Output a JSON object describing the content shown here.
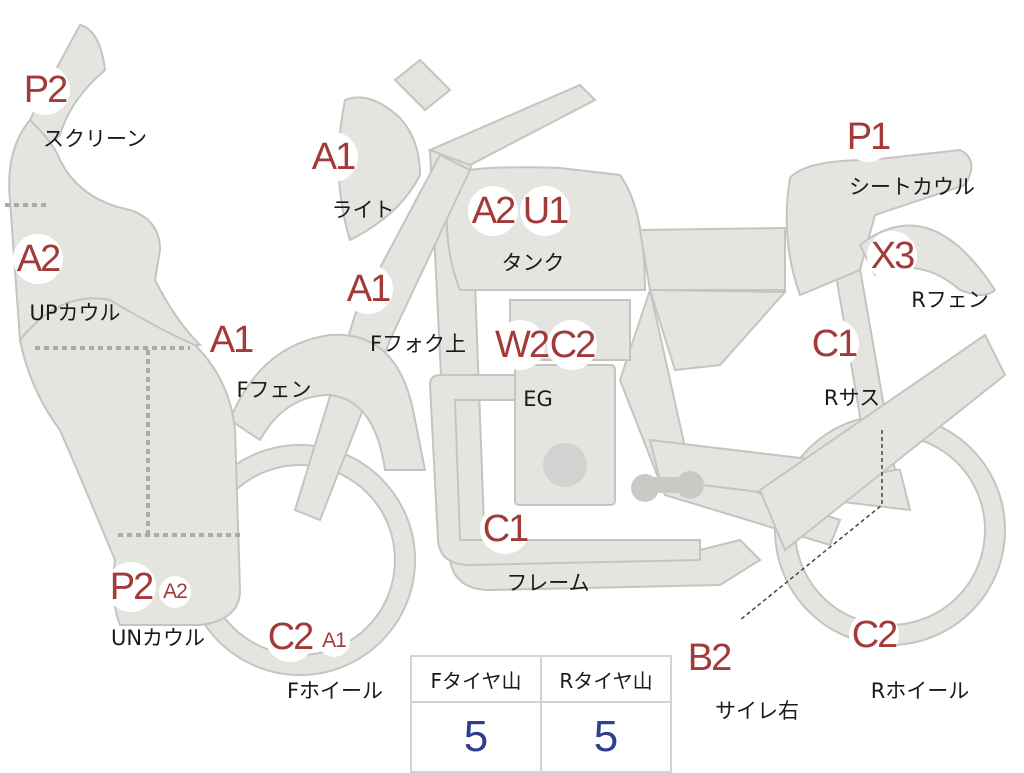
{
  "parts": [
    {
      "id": "screen",
      "grades": [
        "P2"
      ],
      "label": "スクリーン"
    },
    {
      "id": "light",
      "grades": [
        "A1"
      ],
      "label": "ライト"
    },
    {
      "id": "upcowl",
      "grades": [
        "A2"
      ],
      "label": "UPカウル"
    },
    {
      "id": "ffork",
      "grades": [
        "A1"
      ],
      "label": "Fフォク上"
    },
    {
      "id": "tank",
      "grades": [
        "A2",
        "U1"
      ],
      "label": "タンク"
    },
    {
      "id": "ffender",
      "grades": [
        "A1"
      ],
      "label": "Fフェン"
    },
    {
      "id": "engine",
      "grades": [
        "W2",
        "C2"
      ],
      "label": "EG"
    },
    {
      "id": "seatcowl",
      "grades": [
        "P1"
      ],
      "label": "シートカウル"
    },
    {
      "id": "rfender",
      "grades": [
        "X3"
      ],
      "label": "Rフェン"
    },
    {
      "id": "rsus",
      "grades": [
        "C1"
      ],
      "label": "Rサス"
    },
    {
      "id": "frame",
      "grades": [
        "C1"
      ],
      "label": "フレーム"
    },
    {
      "id": "uncowl",
      "grades": [
        "P2",
        "A2"
      ],
      "label": "UNカウル"
    },
    {
      "id": "fwheel",
      "grades": [
        "C2",
        "A1"
      ],
      "label": "Fホイール"
    },
    {
      "id": "silencer",
      "grades": [
        "B2"
      ],
      "label": "サイレ右"
    },
    {
      "id": "rwheel",
      "grades": [
        "C2"
      ],
      "label": "Rホイール"
    }
  ],
  "tire_table": {
    "headers": [
      "Fタイヤ山",
      "Rタイヤ山"
    ],
    "values": [
      "5",
      "5"
    ]
  },
  "colors": {
    "part_fill": "#e4e4e1",
    "part_stroke": "#c4c4c0",
    "grade_text": "#a23a3a",
    "tire_value": "#2f3f8f"
  }
}
